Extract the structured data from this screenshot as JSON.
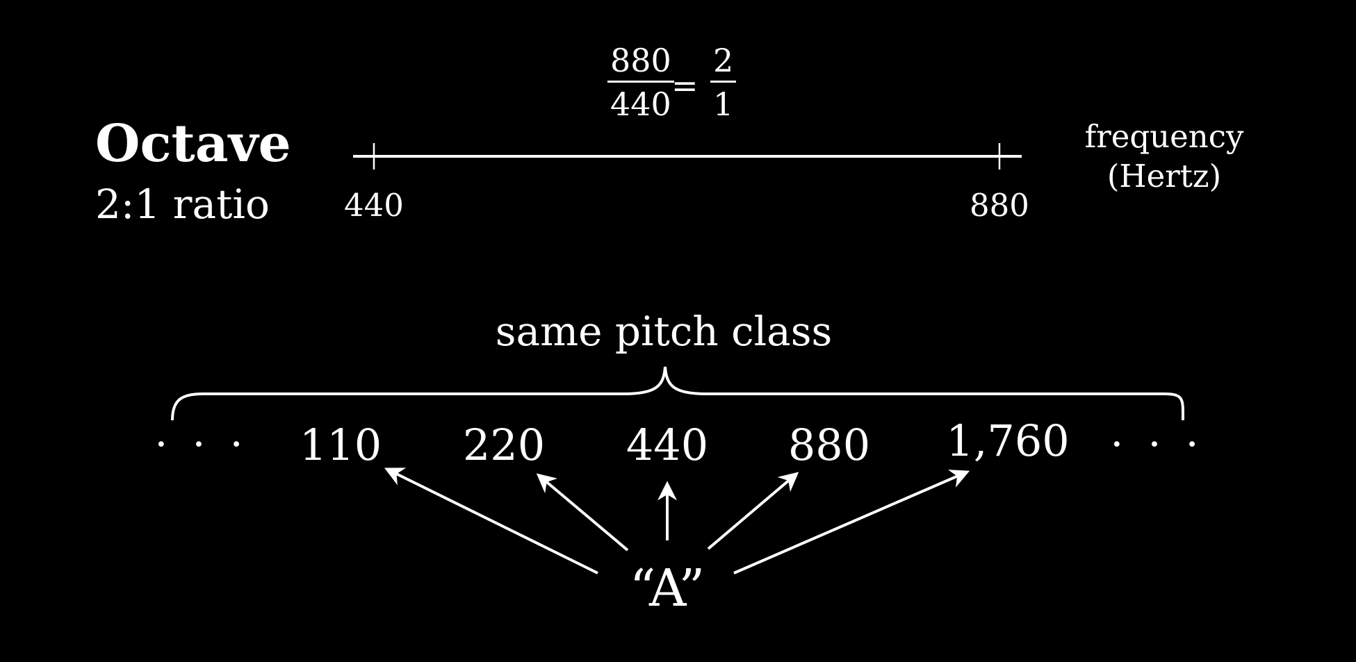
{
  "title": "Octave",
  "subtitle": "2:1 ratio",
  "ratio": {
    "numerator_top": "880",
    "denominator_bottom": "440",
    "equals": "=",
    "result_top": "2",
    "result_bottom": "1"
  },
  "axis": {
    "label_line1": "frequency",
    "label_line2": "(Hertz)",
    "ticks": [
      {
        "label": "440",
        "value": 440
      },
      {
        "label": "880",
        "value": 880
      }
    ]
  },
  "pitch_class": {
    "label": "same pitch class",
    "leading_ellipsis": "· · ·",
    "trailing_ellipsis": "· · ·",
    "frequencies": [
      "110",
      "220",
      "440",
      "880",
      "1,760"
    ],
    "note_name": "“A”"
  },
  "colors": {
    "background": "#000000",
    "foreground": "#ffffff"
  }
}
